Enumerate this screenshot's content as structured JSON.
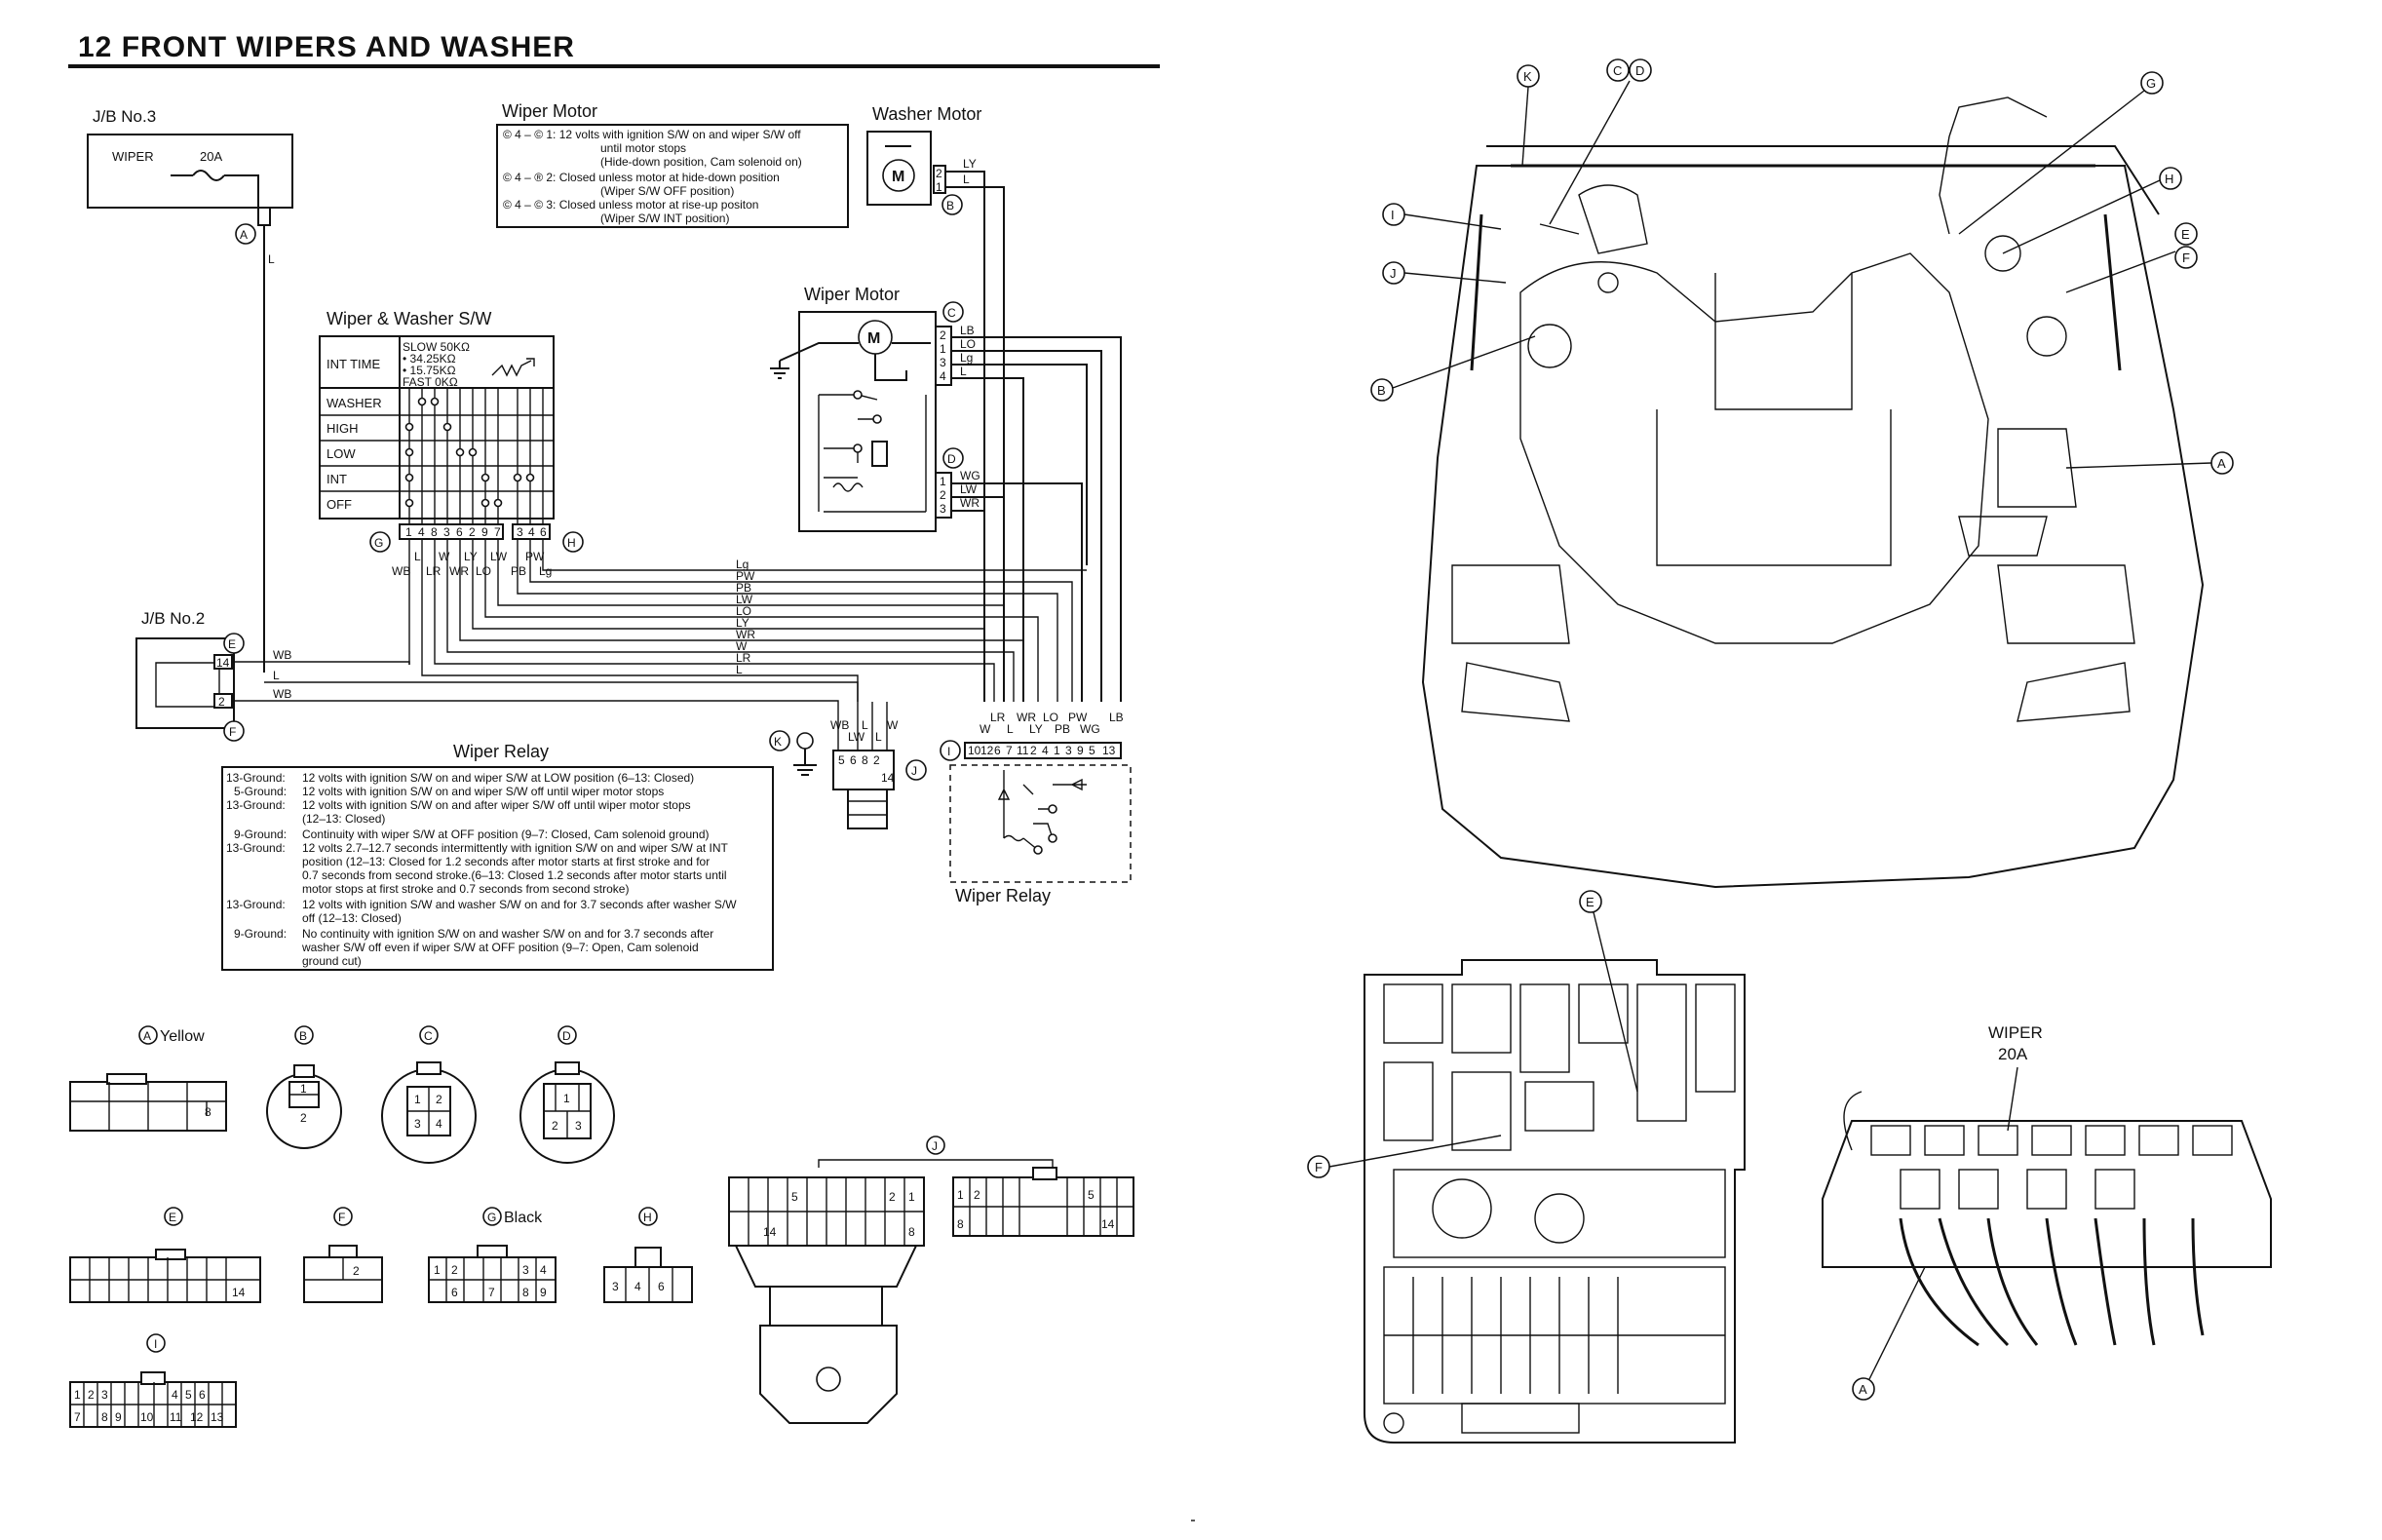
{
  "page": {
    "title": "12 FRONT WIPERS AND WASHER"
  },
  "schematic": {
    "jb3": {
      "title": "J/B No.3",
      "fuse_name": "WIPER",
      "fuse_rating": "20A",
      "conn": "A"
    },
    "jb2": {
      "title": "J/B No.2",
      "pins": [
        "14",
        "2"
      ],
      "conn_top": "E",
      "conn_bottom": "F"
    },
    "wiper_motor_note": {
      "title": "Wiper Motor",
      "lines": [
        "© 4 – © 1: 12 volts with ignition S/W on and wiper S/W off",
        "until motor stops",
        "(Hide-down position, Cam solenoid on)",
        "© 4 – ® 2: Closed unless motor at hide-down position",
        "(Wiper S/W OFF position)",
        "© 4 – © 3: Closed unless motor at rise-up positon",
        "(Wiper S/W INT position)"
      ]
    },
    "washer_motor": {
      "title": "Washer Motor",
      "symbol": "M",
      "pins": [
        "2",
        "1"
      ],
      "wires": [
        "LY",
        "L"
      ],
      "conn": "B"
    },
    "wiper_motor": {
      "title": "Wiper Motor",
      "symbol": "M",
      "conn_c": "C",
      "conn_c_pins": [
        "2",
        "1",
        "3",
        "4"
      ],
      "conn_c_wires": [
        "LB",
        "LO",
        "Lg",
        "L"
      ],
      "conn_d": "D",
      "conn_d_pins": [
        "1",
        "2",
        "3"
      ],
      "conn_d_wires": [
        "WG",
        "LW",
        "WR"
      ]
    },
    "switch": {
      "title": "Wiper & Washer S/W",
      "int_time_label": "INT TIME",
      "int_time_values": [
        "SLOW  50KΩ",
        "•   34.25KΩ",
        "•   15.75KΩ",
        "FAST  0KΩ"
      ],
      "rows": [
        "WASHER",
        "HIGH",
        "LOW",
        "INT",
        "OFF"
      ],
      "pins_g": [
        "1",
        "4",
        "8",
        "3",
        "6",
        "2",
        "9",
        "7"
      ],
      "pins_h": [
        "3",
        "4",
        "6"
      ],
      "conn_g": "G",
      "conn_h": "H",
      "wires_g": [
        "WB",
        "L",
        "LR",
        "W",
        "WR",
        "LY",
        "LO",
        "LW"
      ],
      "wires_h": [
        "PB",
        "PW",
        "Lg"
      ]
    },
    "bus_wires": [
      "Lg",
      "PW",
      "PB",
      "LW",
      "LO",
      "LY",
      "WR",
      "W",
      "LR",
      "L"
    ],
    "jb2_wires": [
      "WB",
      "L",
      "WB"
    ],
    "ground": "K",
    "relay_conn_j": {
      "conn": "J",
      "pins": [
        "5",
        "6",
        "8",
        "2",
        "14"
      ],
      "wires": [
        "WB",
        "LW",
        "L",
        "L",
        "W"
      ]
    },
    "relay": {
      "title": "Wiper Relay",
      "conn": "I",
      "pins": [
        "10",
        "12",
        "6",
        "7",
        "11",
        "2",
        "4",
        "1",
        "3",
        "9",
        "5",
        "13"
      ],
      "wires": [
        "W",
        "LR",
        "L",
        "WR",
        "LY",
        "LO",
        "PB",
        "PW",
        "WG",
        "LB"
      ]
    },
    "relay_note": {
      "title": "Wiper Relay",
      "rows": [
        {
          "label": "13-Ground:",
          "lines": [
            "12 volts with ignition S/W on and wiper S/W at LOW position (6–13: Closed)"
          ]
        },
        {
          "label": "5-Ground:",
          "lines": [
            "12 volts with ignition S/W on and wiper S/W off until wiper motor stops"
          ]
        },
        {
          "label": "13-Ground:",
          "lines": [
            "12 volts with ignition S/W on and after wiper S/W off until wiper motor stops",
            "(12–13: Closed)"
          ]
        },
        {
          "label": "9-Ground:",
          "lines": [
            "Continuity with wiper S/W at OFF position (9–7: Closed, Cam solenoid ground)"
          ]
        },
        {
          "label": "13-Ground:",
          "lines": [
            "12 volts 2.7–12.7 seconds intermittently with ignition S/W on and wiper S/W at INT",
            "position (12–13: Closed for 1.2 seconds after motor starts at first stroke and for",
            "0.7 seconds from second stroke.(6–13: Closed 1.2 seconds after motor starts until",
            "motor stops at first stroke and 0.7 seconds from second stroke)"
          ]
        },
        {
          "label": "13-Ground:",
          "lines": [
            "12 volts with ignition S/W and washer S/W on and for 3.7 seconds after washer S/W",
            "off (12–13: Closed)"
          ]
        },
        {
          "label": "9-Ground:",
          "lines": [
            "No continuity with ignition S/W on and washer S/W on and for 3.7 seconds after",
            "washer S/W off even if wiper S/W at OFF position (9–7: Open, Cam solenoid",
            "ground cut)"
          ]
        }
      ]
    }
  },
  "connectors": {
    "a": {
      "label": "Yellow",
      "letter": "A",
      "pin": "8"
    },
    "b": {
      "letter": "B",
      "pins": [
        "1",
        "2"
      ]
    },
    "c": {
      "letter": "C",
      "pins": [
        "1",
        "2",
        "3",
        "4"
      ]
    },
    "d": {
      "letter": "D",
      "pins": [
        "1",
        "2",
        "3"
      ]
    },
    "e": {
      "letter": "E",
      "pin": "14"
    },
    "f": {
      "letter": "F",
      "pin": "2"
    },
    "g": {
      "label": "Black",
      "letter": "G",
      "pins": [
        "1",
        "2",
        "3",
        "4",
        "6",
        "7",
        "8",
        "9"
      ]
    },
    "h": {
      "letter": "H",
      "pins": [
        "3",
        "4",
        "6"
      ]
    },
    "i": {
      "letter": "I",
      "pins": [
        "1",
        "2",
        "3",
        "4",
        "5",
        "6",
        "7",
        "8",
        "9",
        "10",
        "11",
        "12",
        "13"
      ]
    },
    "j": {
      "letter": "J",
      "left_pins": [
        "5",
        "14",
        "2",
        "1",
        "8"
      ],
      "right_pins": [
        "1",
        "2",
        "8",
        "5",
        "14"
      ]
    }
  },
  "locator": {
    "engine_callouts": [
      "K",
      "C",
      "D",
      "G",
      "H",
      "I",
      "J",
      "B",
      "E",
      "F",
      "A"
    ],
    "jb_callouts": [
      "E",
      "F"
    ],
    "fuse_label_1": "WIPER",
    "fuse_label_2": "20A",
    "fuse_callout": "A"
  }
}
